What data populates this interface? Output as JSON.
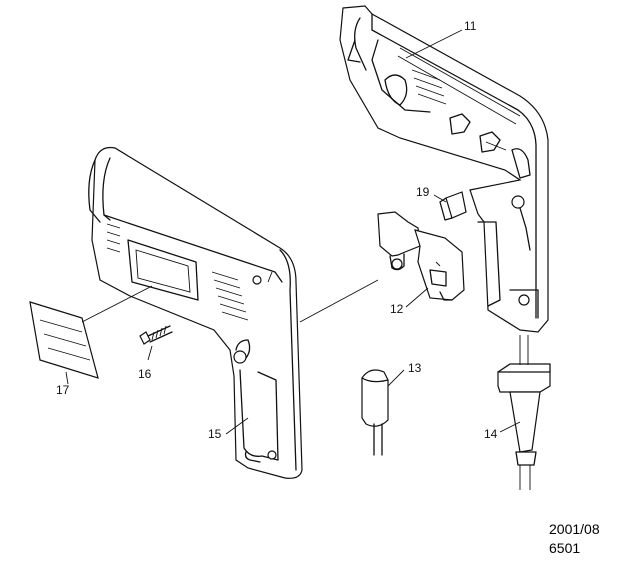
{
  "parts": [
    {
      "id": "p11",
      "label": "11",
      "name": "housing-half-right"
    },
    {
      "id": "p12",
      "label": "12",
      "name": "switch"
    },
    {
      "id": "p13",
      "label": "13",
      "name": "cord-guard"
    },
    {
      "id": "p14",
      "label": "14",
      "name": "cord"
    },
    {
      "id": "p15",
      "label": "15",
      "name": "housing-half-left"
    },
    {
      "id": "p16",
      "label": "16",
      "name": "screw"
    },
    {
      "id": "p17",
      "label": "17",
      "name": "name-plate"
    },
    {
      "id": "p19",
      "label": "19",
      "name": "switch-button"
    }
  ],
  "footer": {
    "date": "2001/08",
    "code": "6501"
  }
}
